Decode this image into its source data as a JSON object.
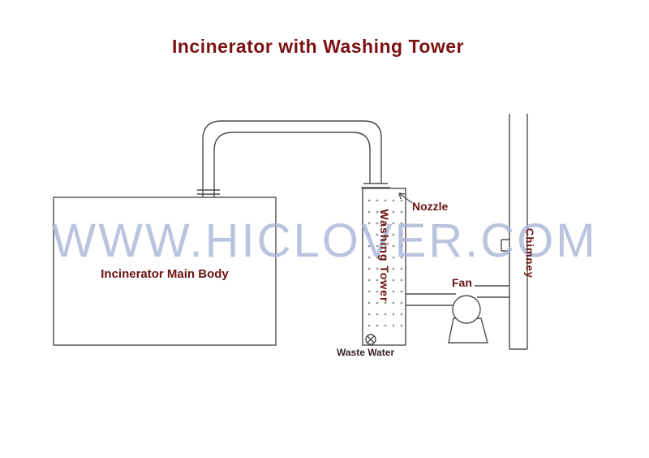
{
  "title": "Incinerator with Washing Tower",
  "watermark": "WWW.HICLOVER.COM",
  "labels": {
    "incinerator": "Incinerator Main Body",
    "nozzle": "Nozzle",
    "washing_tower": "Washing Tower",
    "fan": "Fan",
    "chimney": "Chimney",
    "waste_water": "Waste Water"
  },
  "colors": {
    "title_text": "#7a1113",
    "label_text": "#6b1212",
    "waste_water_text": "#332424",
    "watermark_text": "#a9b6d8",
    "line": "#4c4c4c",
    "background": "#ffffff"
  }
}
